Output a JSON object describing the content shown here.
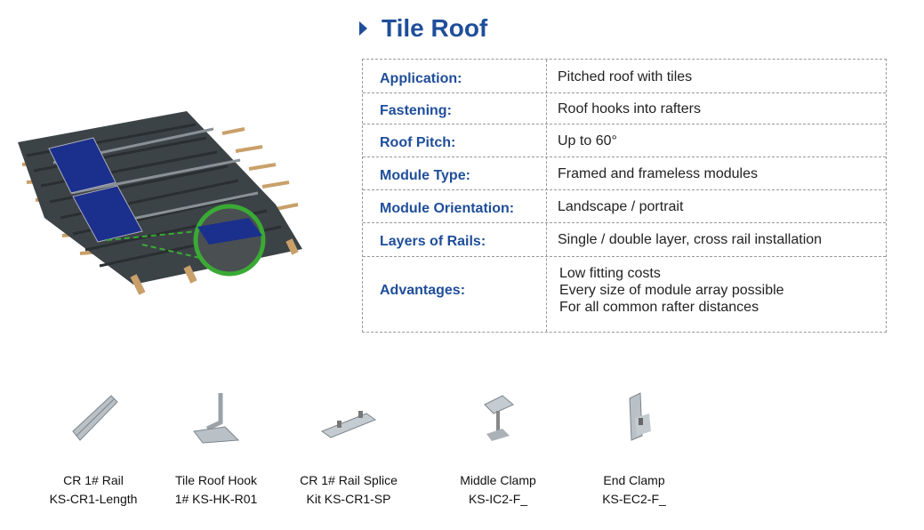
{
  "title": "Tile Roof",
  "specs": [
    {
      "label": "Application:",
      "value": [
        "Pitched roof with tiles"
      ]
    },
    {
      "label": "Fastening:",
      "value": [
        "Roof hooks into rafters"
      ]
    },
    {
      "label": "Roof Pitch:",
      "value": [
        "Up to 60°"
      ]
    },
    {
      "label": "Module Type:",
      "value": [
        "Framed and frameless modules"
      ]
    },
    {
      "label": "Module Orientation:",
      "value": [
        "Landscape / portrait"
      ]
    },
    {
      "label": "Layers of Rails:",
      "value": [
        "Single / double layer, cross rail installation"
      ]
    },
    {
      "label": "Advantages:",
      "value": [
        "Low fitting costs",
        "Every size of module array possible",
        "For all common rafter distances"
      ]
    }
  ],
  "products": [
    {
      "name": "CR 1# Rail",
      "code": "KS-CR1-Length"
    },
    {
      "name": "Tile Roof Hook",
      "code": "1# KS-HK-R01"
    },
    {
      "name": "CR 1# Rail Splice",
      "code": "Kit  KS-CR1-SP"
    },
    {
      "name": "Middle Clamp",
      "code": "KS-IC2-F_"
    },
    {
      "name": "End Clamp",
      "code": "KS-EC2-F_"
    }
  ],
  "colors": {
    "accent": "#1f4e9a",
    "highlight": "#3aaa35"
  }
}
